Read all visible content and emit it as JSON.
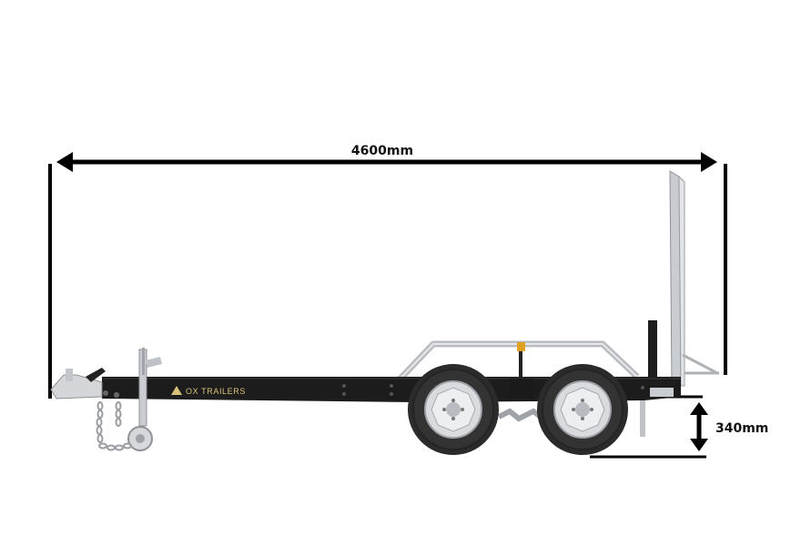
{
  "dimensions": {
    "overall_length": "4600mm",
    "ramp_height": "340mm"
  },
  "branding": {
    "decal_text": "OX TRAILERS"
  },
  "colors": {
    "dimension_lines": "#000000",
    "chassis": "#1c1c1c",
    "galvanized": "#cfd2d6",
    "tyre": "#2b2b2b",
    "rim": "#d9dbde",
    "lamp": "#e0a020",
    "decal": "#d8c27a"
  },
  "icons": {
    "jockey_wheel": "jockey-wheel-icon",
    "safety_chain": "safety-chain-icon",
    "coupling": "tow-coupling-icon"
  }
}
